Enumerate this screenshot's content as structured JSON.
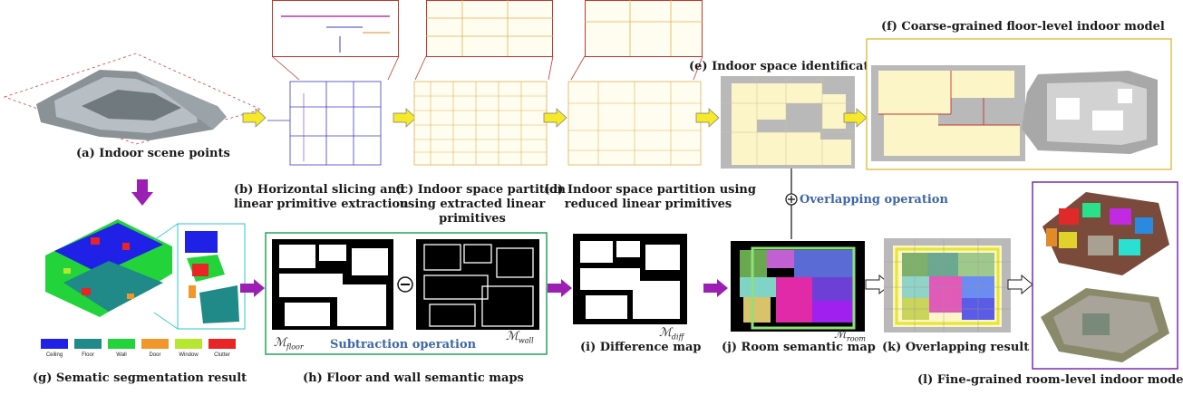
{
  "captions": {
    "a": "(a) Indoor scene points",
    "b_line1": "(b) Horizontal slicing and",
    "b_line2": "linear primitive extraction",
    "c_line1": "(c)  Indoor space partition",
    "c_line2": "using extracted linear",
    "c_line3": "primitives",
    "d_line1": "(d)  Indoor space partition using",
    "d_line2": "reduced linear primitives",
    "e": "(e) Indoor space identification",
    "f": "(f) Coarse-grained floor-level indoor model",
    "g": "(g) Sematic segmentation result",
    "h": "(h) Floor and wall semantic maps",
    "i": "(i) Difference map",
    "j": "(j) Room semantic map",
    "k": "(k) Overlapping result",
    "l": "(l) Fine-grained room-level indoor model"
  },
  "operations": {
    "overlapping": "Overlapping operation",
    "subtraction": "Subtraction operation"
  },
  "symbols": {
    "m_floor": "ℳ",
    "m_floor_sub": "floor",
    "m_wall": "ℳ",
    "m_wall_sub": "wall",
    "m_diff": "ℳ",
    "m_diff_sub": "diff",
    "m_room": "ℳ",
    "m_room_sub": "room"
  },
  "legend": [
    {
      "label": "Ceiling",
      "color": "#1f22e6"
    },
    {
      "label": "Floor",
      "color": "#1f8a87"
    },
    {
      "label": "Wall",
      "color": "#22d43a"
    },
    {
      "label": "Door",
      "color": "#f0962a"
    },
    {
      "label": "Window",
      "color": "#b6e62e"
    },
    {
      "label": "Clutter",
      "color": "#e82424"
    }
  ],
  "colors": {
    "arrow_yellow": "#f6e92a",
    "arrow_purple": "#9b1fb3",
    "box_green": "#27a35a",
    "box_gold": "#e2c24a",
    "box_purple": "#7d2ab0",
    "box_red": "#c0362c",
    "box_cyan": "#2bc6cf",
    "op_blue": "#3f67a6",
    "room_fill": "#fbf5c8",
    "gray_cell": "#b9b9b9"
  }
}
